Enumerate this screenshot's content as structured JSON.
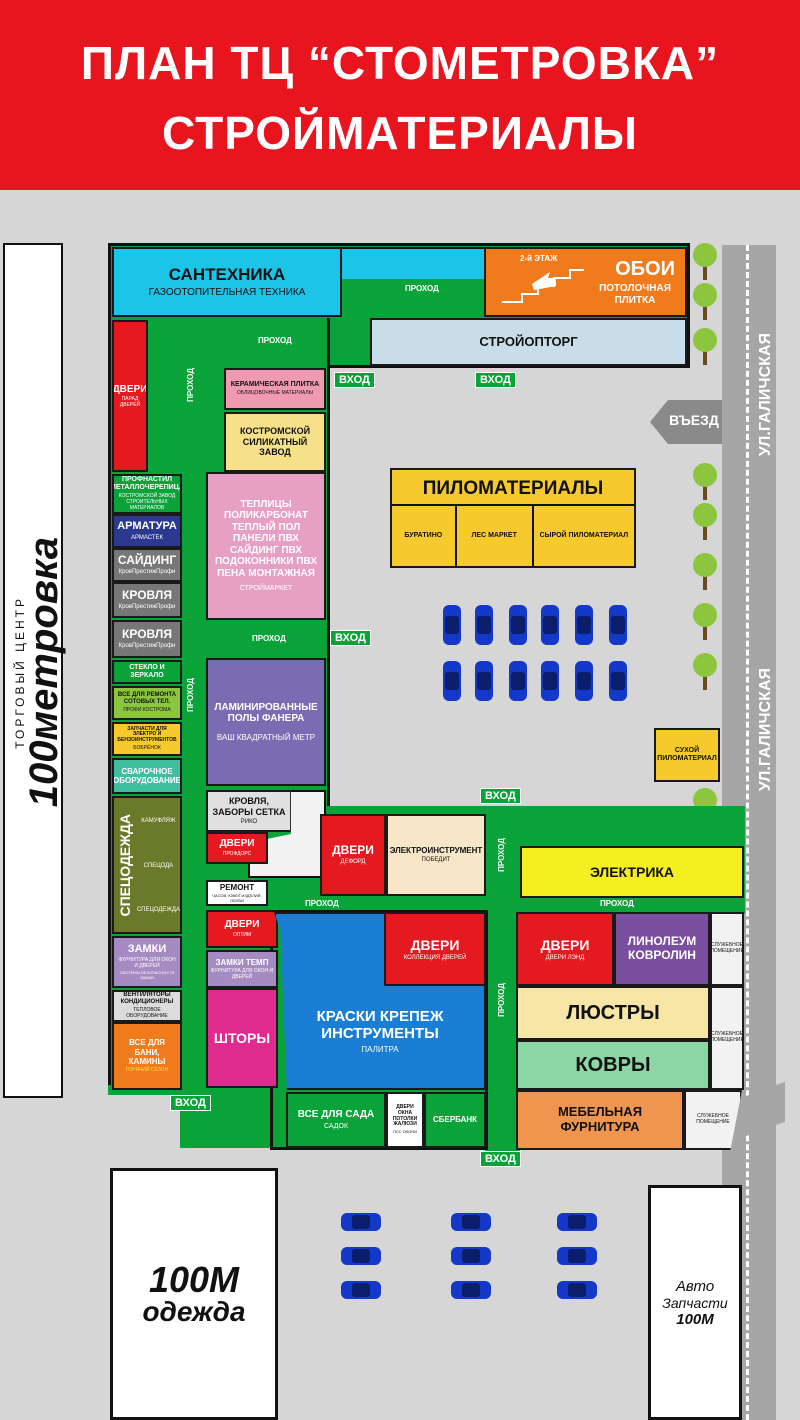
{
  "header": {
    "line1": "ПЛАН ТЦ “СТОМЕТРОВКА”",
    "line2": "СТРОЙМАТЕРИАЛЫ"
  },
  "colors": {
    "header": "#e8141e",
    "corridor": "#0aa33a",
    "ground": "#d6d6d6",
    "road": "#a6a6a6"
  },
  "left_sign": {
    "small": "ТОРГОВЫЙ ЦЕНТР",
    "logo": "100метровка"
  },
  "streets": {
    "upper": "УЛ.ГАЛИЧСКАЯ",
    "lower": "УЛ.ГАЛИЧСКАЯ"
  },
  "entry": "ВЪЕЗД",
  "corridor_label": "ПРОХОД",
  "entrance_label": "ВХОД",
  "stairs_note": "2-й ЭТАЖ",
  "shops": {
    "santehnika": {
      "name": "САНТЕХНИКА",
      "sub": "ГАЗООТОПИТЕЛЬНАЯ ТЕХНИКА"
    },
    "oboi": {
      "name": "ОБОИ",
      "sub": "ПОТОЛОЧНАЯ ПЛИТКА"
    },
    "stroyoptorg": {
      "name": "СТРОЙОПТОРГ"
    },
    "dveri_parad": {
      "name": "ДВЕРИ",
      "sub": "ПАРАД ДВЕРЕЙ"
    },
    "keramika": {
      "name": "КЕРАМИЧЕСКАЯ ПЛИТКА",
      "sub": "ОБЛИЦОВОЧНЫЕ МАТЕРИАЛЫ"
    },
    "kostroma": {
      "name": "КОСТРОМСКОЙ СИЛИКАТНЫЙ ЗАВОД"
    },
    "teplicy": {
      "name": "ТЕПЛИЦЫ ПОЛИКАРБОНАТ ТЕПЛЫЙ ПОЛ ПАНЕЛИ ПВХ САЙДИНГ ПВХ ПОДОКОННИКИ ПВХ ПЕНА МОНТАЖНАЯ",
      "sub": "СТРОЙМАРКЕТ"
    },
    "profnastil": {
      "name": "ПРОФНАСТИЛ МЕТАЛЛОЧЕРЕПИЦА",
      "sub": "КОСТРОМСКОЙ ЗАВОД СТРОИТЕЛЬНЫХ МАТЕРИАЛОВ"
    },
    "armatura": {
      "name": "АРМАТУРА",
      "sub": "АРМАСТЕК"
    },
    "sayding": {
      "name": "САЙДИНГ",
      "sub": "КровПрестижПрофи"
    },
    "krovlya1": {
      "name": "КРОВЛЯ",
      "sub": "КровПрестижПрофи"
    },
    "krovlya2": {
      "name": "КРОВЛЯ",
      "sub": "КровПрестижПрофи"
    },
    "steklo": {
      "name": "СТЕКЛО И ЗЕРКАЛО"
    },
    "sotovye": {
      "name": "ВСЕ ДЛЯ РЕМОНТА СОТОВЫХ ТЕЛ.",
      "sub": "ПРОФИ КОСТРОМА"
    },
    "zapchasti": {
      "name": "ЗАПЧАСТИ ДЛЯ ЭЛЕКТРО И БЕНЗОИНСТРУМЕНТОВ",
      "sub": "БОБРЁНОК"
    },
    "svarka": {
      "name": "СВАРОЧНОЕ ОБОРУДОВАНИЕ"
    },
    "specodezhda": {
      "name": "СПЕЦОДЕЖДА",
      "subs": [
        "КАМУФЛЯЖ",
        "СПЕЦОДА",
        "СПЕЦОДЕЖДА"
      ]
    },
    "zamki": {
      "name": "ЗАМКИ",
      "sub": "ФУРНИТУРА ДЛЯ ОКОН И ДВЕРЕЙ",
      "sub2": "СИСТЕМЫ БЕЗОПАСНОСТИ ЗАМКИ"
    },
    "ventilyatory": {
      "name": "ВЕНТИЛЯТОРЫ КОНДИЦИОНЕРЫ",
      "sub": "ТЕПЛОВОЕ ОБОРУДОВАНИЕ"
    },
    "banya": {
      "name": "ВСЕ ДЛЯ БАНИ, КАМИНЫ",
      "sub": "ГОРЯЧИЙ СЕЗОН"
    },
    "laminat": {
      "name": "ЛАМИНИРОВАННЫЕ ПОЛЫ ФАНЕРА",
      "sub": "ВАШ КВАДРАТНЫЙ МЕТР"
    },
    "krovlya_zabory": {
      "name": "КРОВЛЯ, ЗАБОРЫ СЕТКА",
      "sub": "РИКО"
    },
    "dveri_profdors": {
      "name": "ДВЕРИ",
      "sub": "ПРОФДОРС"
    },
    "remont": {
      "name": "РЕМОНТ",
      "sub": "ЧАСОВ, ЮВЕЛ ИЗДЕЛИЙ, ОБУВИ"
    },
    "dveri_deford": {
      "name": "ДВЕРИ",
      "sub": "ДЕФОРД"
    },
    "elektroinstrument": {
      "name": "ЭЛЕКТРОИНСТРУМЕНТ",
      "sub": "ПОБЕДИТ"
    },
    "pilomaterialy": {
      "name": "ПИЛОМАТЕРИАЛЫ",
      "subs": [
        "БУРАТИНО",
        "ЛЕС МАРКЕТ",
        "СЫРОЙ ПИЛОМАТЕРИАЛ"
      ]
    },
    "suhoy": {
      "name": "СУХОЙ ПИЛОМАТЕРИАЛ"
    },
    "elektrika": {
      "name": "ЭЛЕКТРИКА"
    },
    "dveri_optim": {
      "name": "ДВЕРИ",
      "sub": "ОПТИМ"
    },
    "zamki_temp": {
      "name": "ЗАМКИ ТЕМП",
      "sub": "ФУРНИТУРА ДЛЯ ОКОН И ДВЕРЕЙ"
    },
    "shtory": {
      "name": "ШТОРЫ"
    },
    "kraski": {
      "name": "КРАСКИ КРЕПЕЖ ИНСТРУМЕНТЫ",
      "sub": "ПАЛИТРА"
    },
    "dveri_kollekciya": {
      "name": "ДВЕРИ",
      "sub": "КОЛЛЕКЦИЯ ДВЕРЕЙ"
    },
    "dveri_lend": {
      "name": "ДВЕРИ",
      "sub": "ДВЕРИ ЛЭНД"
    },
    "linoleum": {
      "name": "ЛИНОЛЕУМ КОВРОЛИН"
    },
    "lyustry": {
      "name": "ЛЮСТРЫ"
    },
    "kovry": {
      "name": "КОВРЫ"
    },
    "mebel": {
      "name": "МЕБЕЛЬНАЯ ФУРНИТУРА"
    },
    "sluzhebnoe": {
      "name": "СЛУЖЕБНОЕ ПОМЕЩЕНИЕ"
    },
    "sad": {
      "name": "ВСЕ ДЛЯ САДА",
      "sub": "САДОК"
    },
    "dveri_okna": {
      "name": "ДВЕРИ ОКНА ПОТОЛКИ ЖАЛЮЗИ",
      "sub": "ПСС ОКОНИ"
    },
    "sberbank": {
      "name": "СБЕРБАНК"
    }
  },
  "buildings": {
    "odezhda": {
      "logo": "100М",
      "sub": "одежда"
    },
    "avto": {
      "l1": "Авто",
      "l2": "Запчасти",
      "l3": "100М"
    }
  }
}
